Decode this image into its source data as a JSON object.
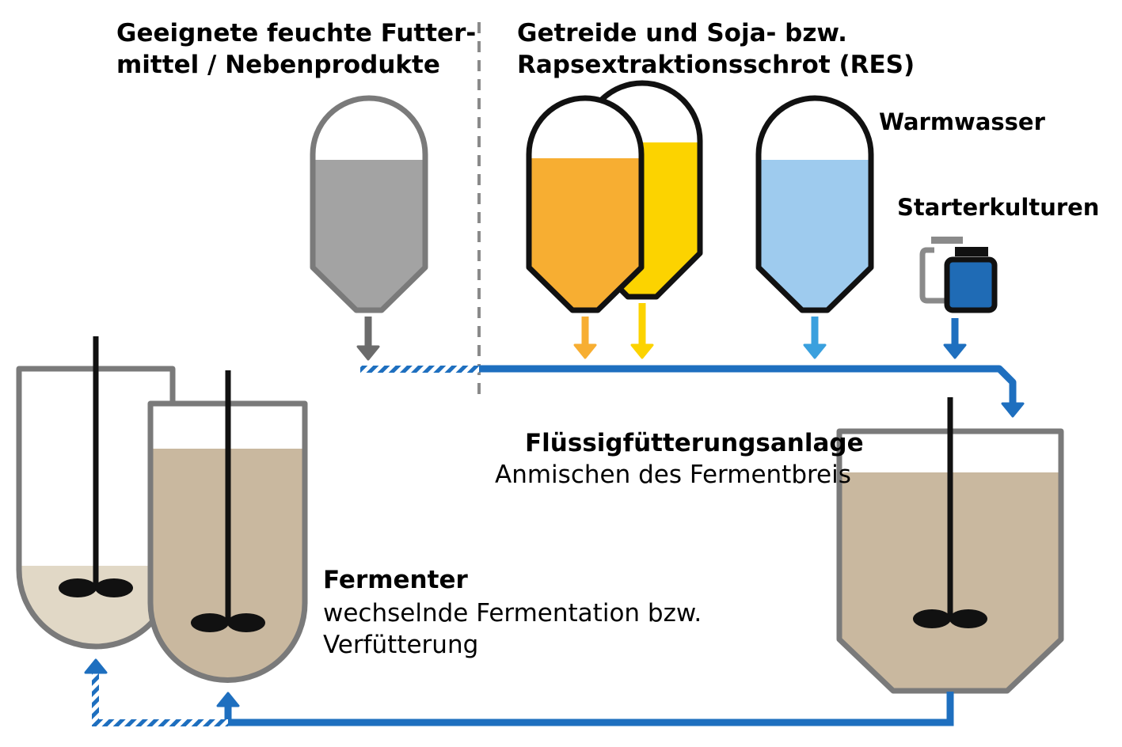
{
  "labels": {
    "wet_feed_line1": "Geeignete feuchte Futter-",
    "wet_feed_line2": "mittel / Nebenprodukte",
    "grain_line1": "Getreide und Soja- bzw.",
    "grain_line2": "Rapsextraktionsschrot (RES)",
    "warm_water": "Warmwasser",
    "starter_cultures": "Starterkulturen",
    "mixing_plant_title": "Flüssigfütterungsanlage",
    "mixing_plant_subtitle": "Anmischen des Fermentbreis",
    "fermenter_title": "Fermenter",
    "fermenter_line1": "wechselnde Fermentation bzw.",
    "fermenter_line2": "Verfütterung"
  },
  "colors": {
    "pipe_blue": "#1e6fbf",
    "tank_outline": "#111111",
    "grey_tank_outline": "#7a7a7a",
    "grey_fill": "#a3a3a3",
    "grey_arrow": "#6b6b6b",
    "orange_fill": "#f7ae32",
    "yellow_fill": "#fcd300",
    "water_fill": "#9ecbee",
    "water_arrow": "#3aa0de",
    "starter_fill": "#1f6bb5",
    "mash_fill": "#c9b89f",
    "light_mash_fill": "#e1d8c6",
    "divider": "#8a8a8a"
  },
  "icons": {
    "agitator": "propeller-agitator-icon",
    "starter_jar": "jar-icon"
  }
}
